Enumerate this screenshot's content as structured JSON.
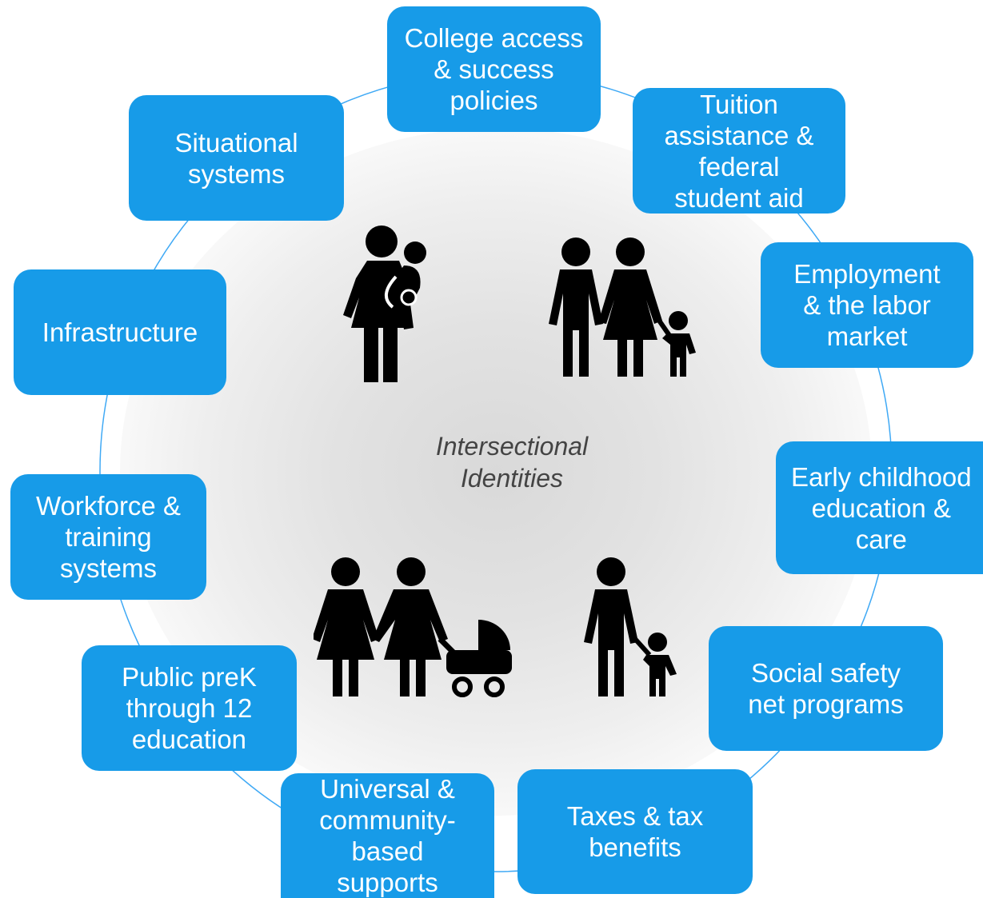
{
  "diagram": {
    "center_label": "Intersectional\nIdentities",
    "colors": {
      "node_fill": "#179be8",
      "node_text": "#ffffff",
      "ring_line": "#3fa9f5",
      "figures": "#000000",
      "center_text": "#444444"
    },
    "nodes": [
      {
        "id": "college",
        "label": "College access\n& success\npolicies"
      },
      {
        "id": "tuition",
        "label": "Tuition\nassistance &\nfederal\nstudent aid"
      },
      {
        "id": "employment",
        "label": "Employment\n& the labor\nmarket"
      },
      {
        "id": "early-childhood",
        "label": "Early childhood\neducation &\ncare"
      },
      {
        "id": "safety-net",
        "label": "Social safety\nnet programs"
      },
      {
        "id": "taxes",
        "label": "Taxes & tax\nbenefits"
      },
      {
        "id": "universal",
        "label": "Universal &\ncommunity-\nbased\nsupports"
      },
      {
        "id": "prek",
        "label": "Public preK\nthrough 12\neducation"
      },
      {
        "id": "workforce",
        "label": "Workforce &\ntraining\nsystems"
      },
      {
        "id": "infrastructure",
        "label": "Infrastructure"
      },
      {
        "id": "situational",
        "label": "Situational\nsystems"
      }
    ],
    "figures": [
      {
        "id": "parent-with-baby",
        "icon": "woman-holding-baby-icon"
      },
      {
        "id": "couple-with-child",
        "icon": "couple-with-child-icon"
      },
      {
        "id": "couple-with-stroller",
        "icon": "couple-with-stroller-icon"
      },
      {
        "id": "father-with-child",
        "icon": "man-with-child-icon"
      }
    ]
  }
}
